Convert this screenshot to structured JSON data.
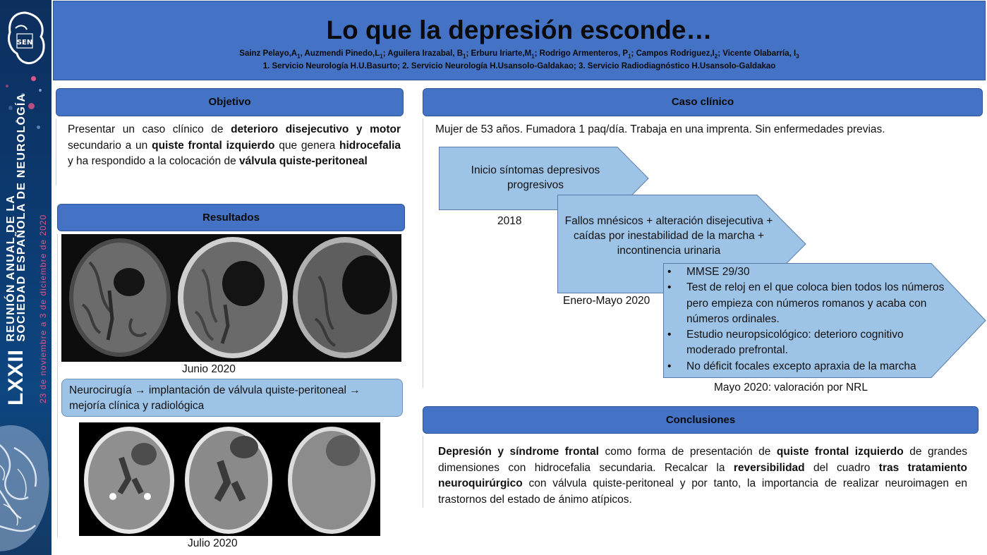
{
  "sidebar": {
    "logo_text": "SEN",
    "edition": "LXXII",
    "line1": "REUNIÓN ANUAL DE LA",
    "line2": "SOCIEDAD ESPAÑOLA DE NEUROLOGÍA",
    "dates": "23 de noviembre a 3 de diciembre de 2020"
  },
  "header": {
    "title": "Lo que la depresión esconde…",
    "authors": [
      {
        "name": "Sainz Pelayo,A",
        "sub": "1",
        "sep": ", "
      },
      {
        "name": "Auzmendi Pinedo,L",
        "sub": "1",
        "sep": "; "
      },
      {
        "name": "Aguilera Irazabal, B",
        "sub": "1",
        "sep": "; "
      },
      {
        "name": "Erburu Iriarte,M",
        "sub": "1",
        "sep": "; "
      },
      {
        "name": "Rodrigo Armenteros, P",
        "sub": "1",
        "sep": "; "
      },
      {
        "name": "Campos Rodriguez,I",
        "sub": "2",
        "sep": "; "
      },
      {
        "name": "Vicente Olabarría, I",
        "sub": "3",
        "sep": ""
      }
    ],
    "affiliations": "1. Servicio Neurología H.U.Basurto; 2. Servicio Neurología H.Usansolo-Galdakao; 3. Servicio Radiodiagnóstico H.Usansolo-Galdakao"
  },
  "objetivo": {
    "heading": "Objetivo",
    "t1": "Presentar un caso clínico de ",
    "b1": "deterioro disejecutivo y   motor",
    "t2": " secundario a un ",
    "b2": "quiste frontal izquierdo",
    "t3": " que genera ",
    "b3": "hidrocefalia",
    "t4": " y ha respondido a la colocación de ",
    "b4": "válvula quiste-peritoneal"
  },
  "resultados": {
    "heading": "Resultados",
    "caption_mri": "Junio 2020",
    "neuro_box": "Neurocirugía → implantación de válvula quiste-peritoneal → mejoría clínica y radiológica",
    "caption_ct": "Julio 2020"
  },
  "caso": {
    "heading": "Caso clínico",
    "intro": "Mujer de 53 años. Fumadora 1 paq/día. Trabaja en una imprenta. Sin enfermedades previas.",
    "step1": "Inicio síntomas depresivos progresivos",
    "step1_date": "2018",
    "step2": "Fallos mnésicos + alteración disejecutiva + caídas por inestabilidad de la marcha + incontinencia urinaria",
    "step2_date": "Enero-Mayo 2020",
    "step3_items": [
      "MMSE 29/30",
      "Test de reloj en el que coloca bien todos los números pero empieza con números romanos y acaba con números ordinales.",
      "Estudio neuropsicológico: deterioro cognitivo moderado prefrontal.",
      "No déficit focales excepto apraxia de la marcha"
    ],
    "step3_date": "Mayo 2020: valoración por NRL"
  },
  "conclusiones": {
    "heading": "Conclusiones",
    "b1": "Depresión y síndrome frontal",
    "t1": " como forma de presentación de ",
    "b2": "quiste frontal izquierdo",
    "t2": " de grandes dimensiones con hidrocefalia secundaria. Recalcar la ",
    "b3": "reversibilidad",
    "t3": " del cuadro ",
    "b4": "tras tratamiento neuroquirúrgico",
    "t4": " con válvula quiste-peritoneal y por tanto, la importancia de realizar neuroimagen en trastornos del estado de ánimo atípicos."
  },
  "colors": {
    "header_blue": "#4472c4",
    "box_light_blue": "#9dc3e6",
    "sidebar_navy": "#0d2f5e",
    "accent_pink": "#e2558a"
  }
}
